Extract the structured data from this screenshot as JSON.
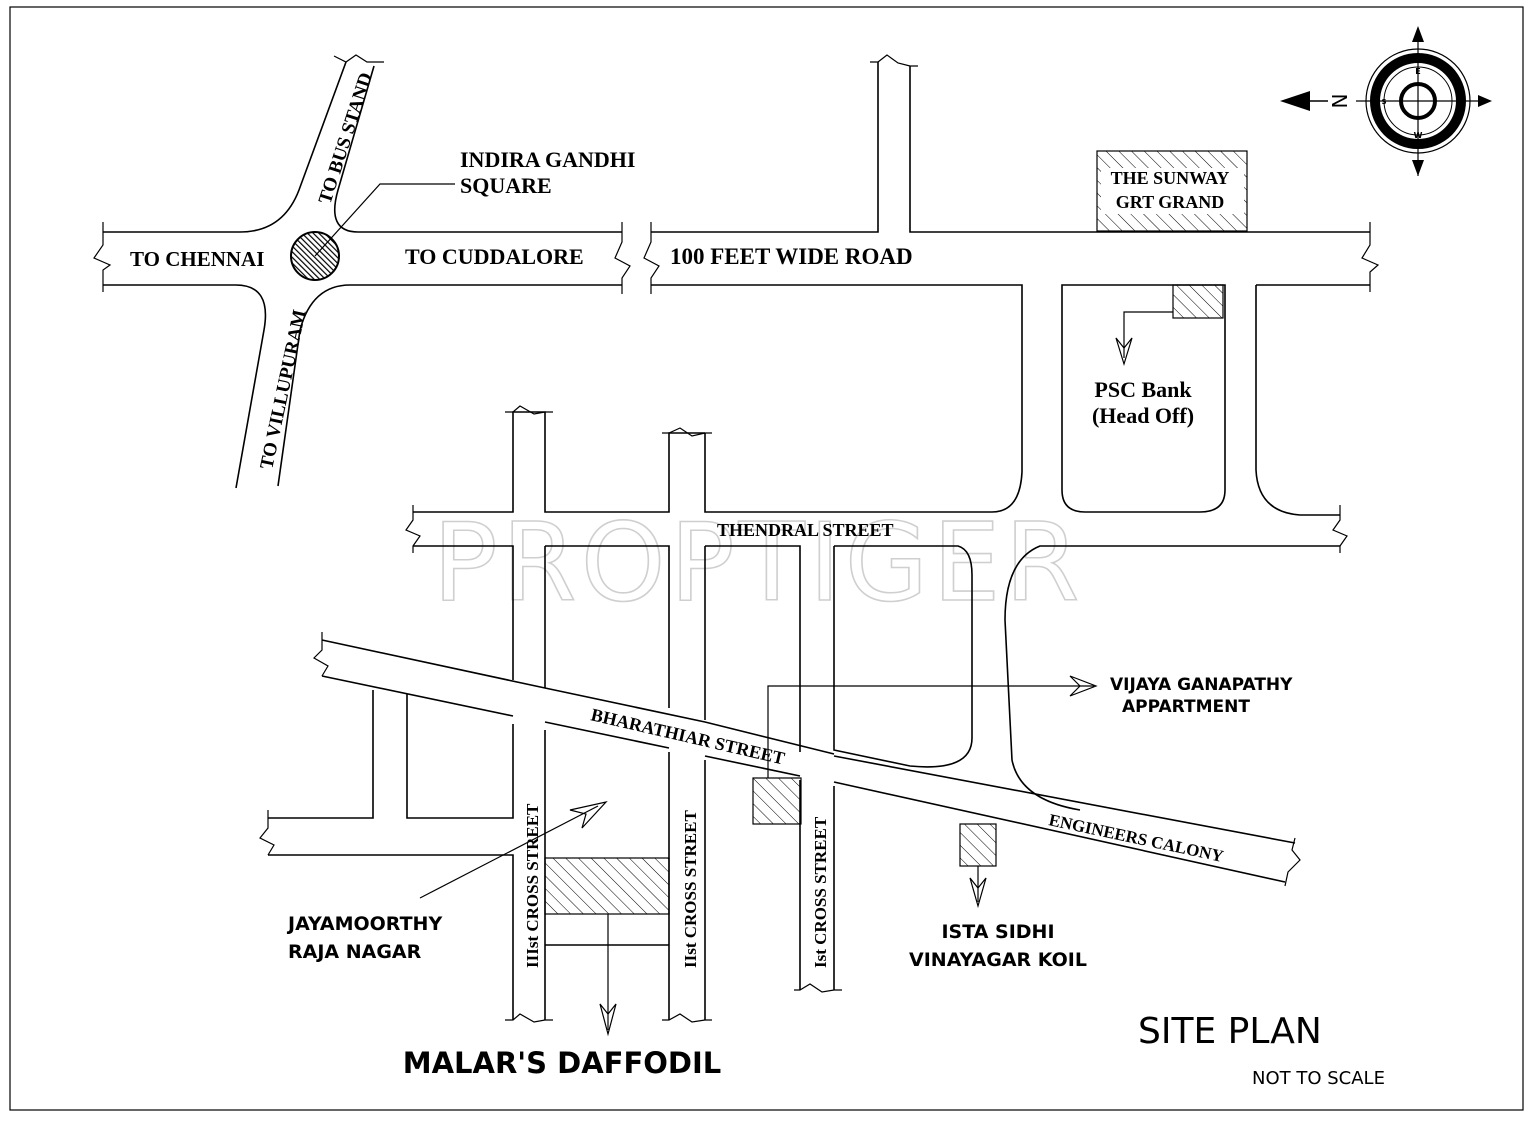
{
  "watermark": "PROPTIGER",
  "roads": {
    "to_chennai": "TO CHENNAI",
    "to_cuddalore": "TO CUDDALORE",
    "hundred_feet": "100 FEET WIDE ROAD",
    "to_bus_stand": "TO BUS STAND",
    "to_villupuram": "TO VILLUPURAM",
    "thendral": "THENDRAL   STREET",
    "bharathiar": "BHARATHIAR   STREET",
    "engineers": "ENGINEERS CALONY",
    "third_cross": "IIIst  CROSS STREET",
    "second_cross": "IIst  CROSS STREET",
    "first_cross": "Ist  CROSS STREET"
  },
  "landmarks": {
    "indira_line1": "INDIRA GANDHI",
    "indira_line2": "SQUARE",
    "sunway_line1": "THE SUNWAY",
    "sunway_line2": "GRT GRAND",
    "psc_line1": "PSC Bank",
    "psc_line2": "(Head Off)",
    "vijaya_line1": "VIJAYA GANAPATHY",
    "vijaya_line2": "APPARTMENT",
    "jaya_line1": "JAYAMOORTHY",
    "jaya_line2": "RAJA NAGAR",
    "ista_line1": "ISTA SIDHI",
    "ista_line2": "VINAYAGAR KOIL",
    "malar": "MALAR'S DAFFODIL"
  },
  "compass": {
    "north": "N",
    "east": "E",
    "south": "S",
    "west": "W"
  },
  "plan": {
    "title": "SITE PLAN",
    "scale_note": "NOT TO SCALE"
  }
}
